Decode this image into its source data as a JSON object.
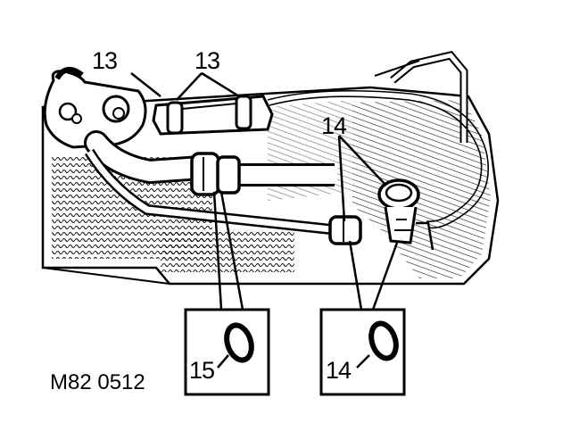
{
  "figure": {
    "code": "M82 0512",
    "callouts": {
      "top_left": "13",
      "top_right": "13",
      "right_pipe": "14",
      "detail_left": "15",
      "detail_right": "14"
    },
    "colors": {
      "ink": "#000000",
      "paper": "#ffffff"
    }
  }
}
